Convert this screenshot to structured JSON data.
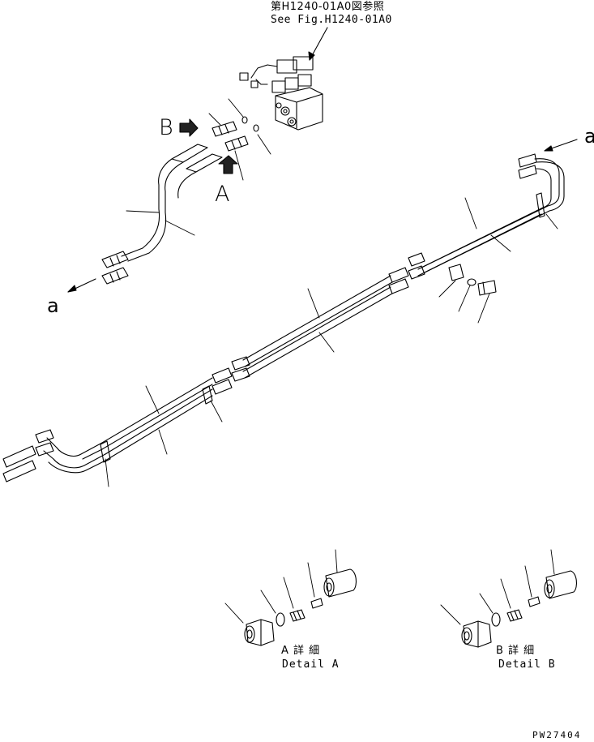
{
  "reference": {
    "line1": "第H1240-01A0図参照",
    "line2": "See Fig.H1240-01A0"
  },
  "view_labels": {
    "a": "A",
    "b": "B"
  },
  "connection_labels": {
    "top_right": "a",
    "left": "a"
  },
  "details": {
    "a": {
      "jp": "A 詳 細",
      "en": "Detail A"
    },
    "b": {
      "jp": "B 詳 細",
      "en": "Detail B"
    }
  },
  "drawing_code": "PW27404"
}
